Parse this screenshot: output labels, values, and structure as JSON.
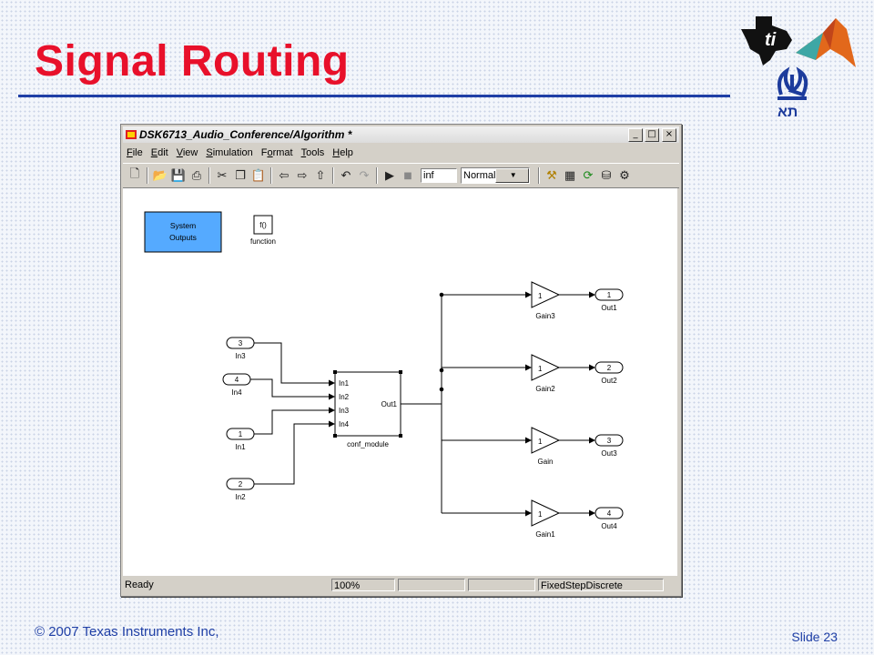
{
  "slide": {
    "title": "Signal Routing",
    "copyright": "© 2007 Texas Instruments Inc,",
    "slide_number": "Slide 23",
    "title_color": "#e8102a",
    "accent_color": "#1f3fa6"
  },
  "logos": [
    "texas-instruments-logo",
    "matlab-logo",
    "tel-aviv-university-logo"
  ],
  "window": {
    "title": "DSK6713_Audio_Conference/Algorithm *",
    "controls": {
      "minimize": "_",
      "maximize": "□",
      "close": "×"
    },
    "menu": [
      {
        "u": "F",
        "rest": "ile"
      },
      {
        "u": "E",
        "rest": "dit"
      },
      {
        "u": "V",
        "rest": "iew"
      },
      {
        "u": "S",
        "rest": "imulation"
      },
      {
        "u": "",
        "pre": "F",
        "u2": "o",
        "rest": "rmat"
      },
      {
        "u": "T",
        "rest": "ools"
      },
      {
        "u": "H",
        "rest": "elp"
      }
    ],
    "toolbar": {
      "stop_time": "inf",
      "mode": "Normal"
    },
    "status": {
      "state": "Ready",
      "zoom": "100%",
      "blank1": "",
      "blank2": "",
      "solver": "FixedStepDiscrete"
    }
  },
  "diagram": {
    "system_outputs_label_1": "System",
    "system_outputs_label_2": "Outputs",
    "system_outputs_color": "#55aaff",
    "function_block_text": "f()",
    "function_label": "function",
    "subsystem": {
      "name": "conf_module",
      "inputs": [
        "In1",
        "In2",
        "In3",
        "In4"
      ],
      "output": "Out1"
    },
    "inports": [
      {
        "num": "3",
        "label": "In3"
      },
      {
        "num": "4",
        "label": "In4"
      },
      {
        "num": "1",
        "label": "In1"
      },
      {
        "num": "2",
        "label": "In2"
      }
    ],
    "gains": [
      {
        "value": "1",
        "label": "Gain3"
      },
      {
        "value": "1",
        "label": "Gain2"
      },
      {
        "value": "1",
        "label": "Gain"
      },
      {
        "value": "1",
        "label": "Gain1"
      }
    ],
    "outports": [
      {
        "num": "1",
        "label": "Out1"
      },
      {
        "num": "2",
        "label": "Out2"
      },
      {
        "num": "3",
        "label": "Out3"
      },
      {
        "num": "4",
        "label": "Out4"
      }
    ]
  }
}
